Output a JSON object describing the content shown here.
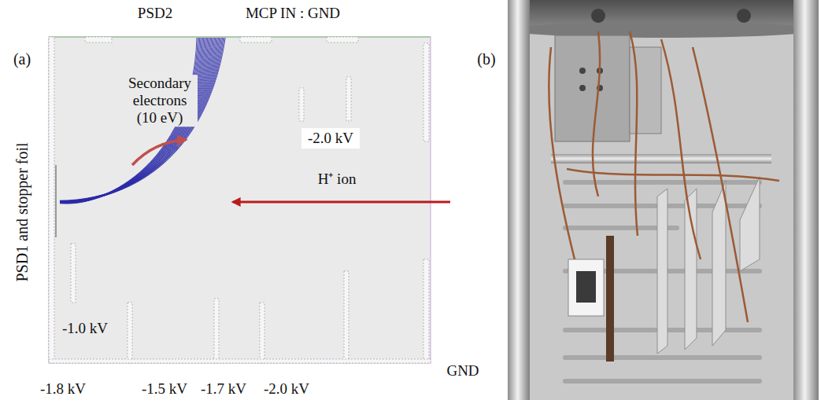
{
  "diagram": {
    "labels": [
      "(a)",
      "PSD2",
      "MCP IN : GND",
      "Secondary electrons (10 eV)",
      "-2.0 kV",
      "H⁺ ion",
      "PSD1 and stopper foil",
      "-1.0 kV",
      "(b)",
      "GND",
      "-1.8 kV",
      "-1.5 kV",
      "-1.7 kV",
      "-2.0 kV"
    ]
  }
}
